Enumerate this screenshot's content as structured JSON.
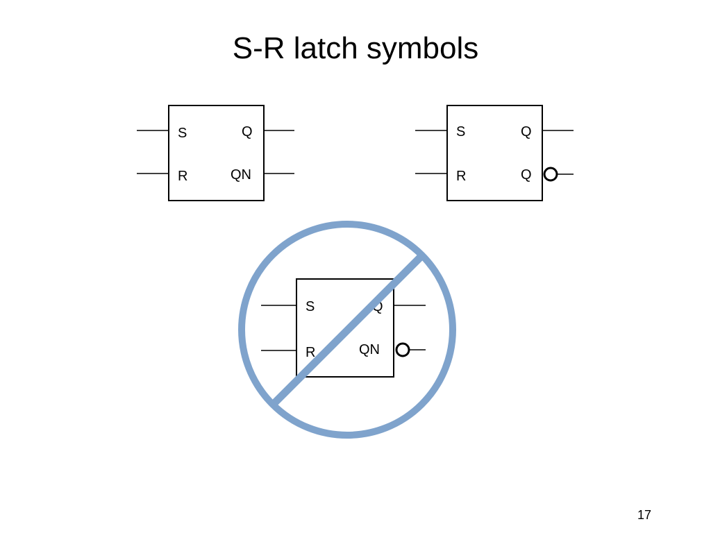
{
  "slide": {
    "title": "S-R latch symbols",
    "page_number": "17"
  },
  "symbols": {
    "left": {
      "s_label": "S",
      "r_label": "R",
      "q_label": "Q",
      "qn_label": "QN"
    },
    "right": {
      "s_label": "S",
      "r_label": "R",
      "q_label": "Q",
      "qbar_label": "Q"
    },
    "crossed": {
      "s_label": "S",
      "r_label": "R",
      "q_label": "Q",
      "qn_label": "QN",
      "prohibition_color": "#7fa3cc"
    }
  }
}
